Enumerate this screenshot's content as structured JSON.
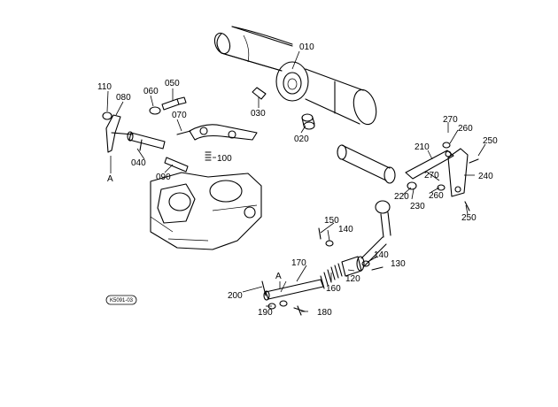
{
  "diagram": {
    "reference_code": "K5091-03",
    "section_markers": [
      "A",
      "A"
    ],
    "callouts": [
      {
        "id": "010",
        "label": "010"
      },
      {
        "id": "020",
        "label": "020"
      },
      {
        "id": "030",
        "label": "030"
      },
      {
        "id": "040",
        "label": "040"
      },
      {
        "id": "050",
        "label": "050"
      },
      {
        "id": "060",
        "label": "060"
      },
      {
        "id": "070",
        "label": "070"
      },
      {
        "id": "080",
        "label": "080"
      },
      {
        "id": "090",
        "label": "090"
      },
      {
        "id": "100",
        "label": "100"
      },
      {
        "id": "110",
        "label": "110"
      },
      {
        "id": "120",
        "label": "120"
      },
      {
        "id": "130",
        "label": "130"
      },
      {
        "id": "140a",
        "label": "140"
      },
      {
        "id": "140b",
        "label": "140"
      },
      {
        "id": "150",
        "label": "150"
      },
      {
        "id": "160",
        "label": "160"
      },
      {
        "id": "170",
        "label": "170"
      },
      {
        "id": "180",
        "label": "180"
      },
      {
        "id": "190",
        "label": "190"
      },
      {
        "id": "200",
        "label": "200"
      },
      {
        "id": "210",
        "label": "210"
      },
      {
        "id": "220",
        "label": "220"
      },
      {
        "id": "230",
        "label": "230"
      },
      {
        "id": "240",
        "label": "240"
      },
      {
        "id": "250a",
        "label": "250"
      },
      {
        "id": "250b",
        "label": "250"
      },
      {
        "id": "260a",
        "label": "260"
      },
      {
        "id": "260b",
        "label": "260"
      },
      {
        "id": "270a",
        "label": "270"
      },
      {
        "id": "270b",
        "label": "270"
      }
    ]
  }
}
